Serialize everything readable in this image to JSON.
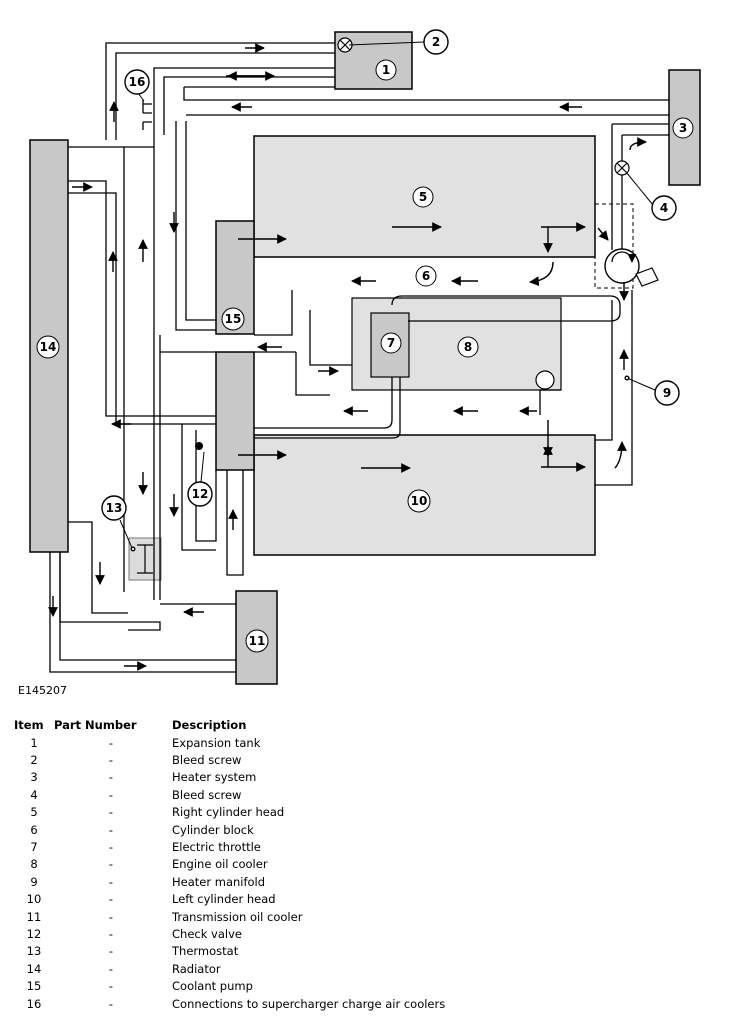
{
  "figure_id": "E145207",
  "table": {
    "headers": [
      "Item",
      "Part Number",
      "Description"
    ],
    "rows": [
      {
        "item": "1",
        "part": "-",
        "desc": "Expansion tank"
      },
      {
        "item": "2",
        "part": "-",
        "desc": "Bleed screw"
      },
      {
        "item": "3",
        "part": "-",
        "desc": "Heater system"
      },
      {
        "item": "4",
        "part": "-",
        "desc": "Bleed screw"
      },
      {
        "item": "5",
        "part": "-",
        "desc": "Right cylinder head"
      },
      {
        "item": "6",
        "part": "-",
        "desc": "Cylinder block"
      },
      {
        "item": "7",
        "part": "-",
        "desc": "Electric throttle"
      },
      {
        "item": "8",
        "part": "-",
        "desc": "Engine oil cooler"
      },
      {
        "item": "9",
        "part": "-",
        "desc": "Heater manifold"
      },
      {
        "item": "10",
        "part": "-",
        "desc": "Left cylinder head"
      },
      {
        "item": "11",
        "part": "-",
        "desc": "Transmission oil cooler"
      },
      {
        "item": "12",
        "part": "-",
        "desc": "Check valve"
      },
      {
        "item": "13",
        "part": "-",
        "desc": "Thermostat"
      },
      {
        "item": "14",
        "part": "-",
        "desc": "Radiator"
      },
      {
        "item": "15",
        "part": "-",
        "desc": "Coolant pump"
      },
      {
        "item": "16",
        "part": "-",
        "desc": "Connections to supercharger charge air coolers"
      }
    ]
  },
  "callouts": {
    "c1": "1",
    "c2": "2",
    "c3": "3",
    "c4": "4",
    "c5": "5",
    "c6": "6",
    "c7": "7",
    "c8": "8",
    "c9": "9",
    "c10": "10",
    "c11": "11",
    "c12": "12",
    "c13": "13",
    "c14": "14",
    "c15": "15",
    "c16": "16"
  },
  "colors": {
    "component_fill": "#c8c8c8",
    "engine_fill": "#e1e1e1",
    "line": "#000000"
  }
}
